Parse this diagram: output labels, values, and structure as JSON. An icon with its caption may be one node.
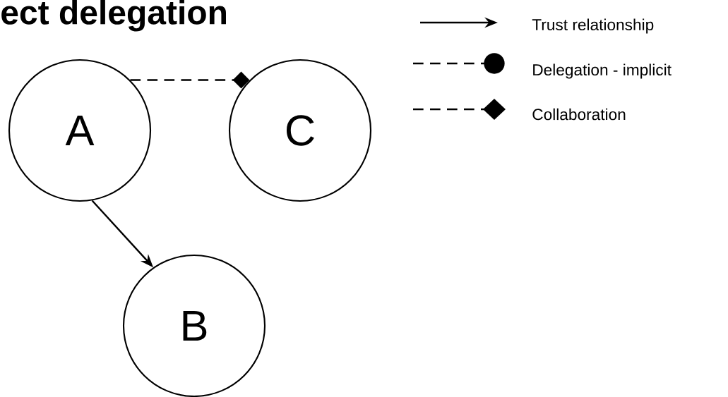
{
  "diagram": {
    "title": "ect delegation",
    "nodes": [
      {
        "text": [
          "A"
        ]
      },
      {
        "text": [
          "C"
        ]
      },
      {
        "text": [
          "B"
        ]
      }
    ],
    "edges": [
      {
        "from": 0,
        "to": 2,
        "arrow": "to"
      },
      {
        "from": 0,
        "to": 1,
        "arrow": "other",
        "style": "dashed"
      }
    ],
    "legend": [
      {
        "text": "Trust relationship"
      },
      {
        "text": "Delegation - implicit"
      },
      {
        "text": "Collaboration"
      }
    ]
  }
}
